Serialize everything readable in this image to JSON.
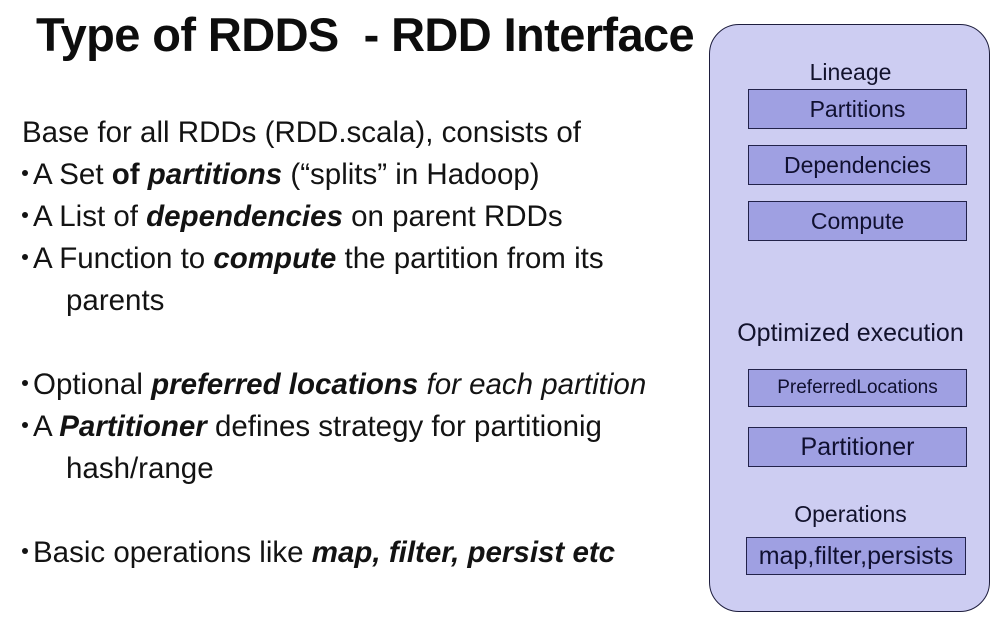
{
  "slide": {
    "title": "Type of RDDS  - RDD Interface",
    "background_color": "#ffffff",
    "text_color": "#131313"
  },
  "body": {
    "intro": "Base for all RDDs (RDD.scala), consists of",
    "bullets": [
      {
        "segments": [
          {
            "text": "A Set ",
            "style": "normal"
          },
          {
            "text": "of ",
            "style": "bold"
          },
          {
            "text": "partitions",
            "style": "bold-italic"
          },
          {
            "text": " (“splits” in Hadoop)",
            "style": "normal"
          }
        ],
        "continuation": null
      },
      {
        "segments": [
          {
            "text": "A List of ",
            "style": "normal"
          },
          {
            "text": "dependencies",
            "style": "bold-italic"
          },
          {
            "text": " on parent RDDs",
            "style": "normal"
          }
        ],
        "continuation": null
      },
      {
        "segments": [
          {
            "text": "A Function to ",
            "style": "normal"
          },
          {
            "text": "compute",
            "style": "bold-italic"
          },
          {
            "text": " the partition from its",
            "style": "normal"
          }
        ],
        "continuation": "parents"
      },
      {
        "segments": [
          {
            "text": "Optional ",
            "style": "normal"
          },
          {
            "text": "preferred locations",
            "style": "bold-italic"
          },
          {
            "text": " for each partition",
            "style": "italic"
          }
        ],
        "continuation": null
      },
      {
        "segments": [
          {
            "text": "A ",
            "style": "normal"
          },
          {
            "text": "Partitioner",
            "style": "bold-italic"
          },
          {
            "text": " defines strategy for partitionig",
            "style": "normal"
          }
        ],
        "continuation": "hash/range"
      },
      {
        "segments": [
          {
            "text": "Basic operations like ",
            "style": "normal"
          },
          {
            "text": "map, filter, persist etc",
            "style": "bold-italic"
          }
        ],
        "continuation": null
      }
    ]
  },
  "panel": {
    "background_color": "#cdcdf2",
    "border_color": "#1d1d3d",
    "box_color": "#9fa0e2",
    "box_border_color": "#22224a",
    "groups": [
      {
        "label": "Lineage",
        "boxes": [
          "Partitions",
          "Dependencies",
          "Compute"
        ]
      },
      {
        "label": "Optimized execution",
        "boxes": [
          "PreferredLocations",
          "Partitioner"
        ]
      },
      {
        "label": "Operations",
        "boxes": [
          "map,filter,persists"
        ]
      }
    ]
  }
}
